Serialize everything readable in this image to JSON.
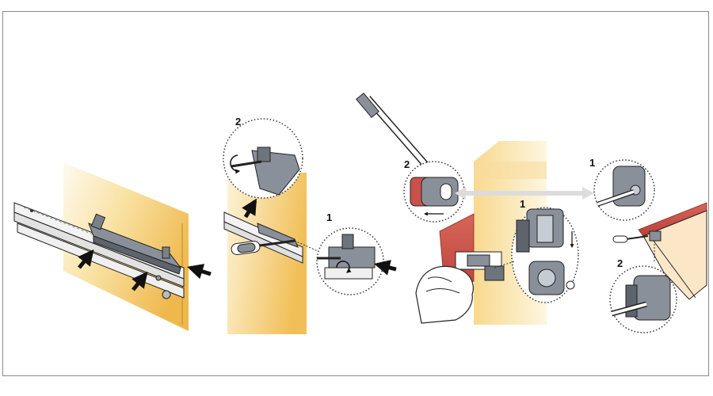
{
  "steps": {
    "panel2_top": "2",
    "panel2_bottom": "1",
    "panel3_left": "2",
    "panel3_right": "1",
    "panel4_top": "1",
    "panel4_bottom": "2"
  },
  "colors": {
    "wood_light": "#fdf6dc",
    "wood_dark": "#f3c463",
    "drawer_red": "#c8514a",
    "part_grey": "#8a9099",
    "part_dark": "#5e646c",
    "outline": "#222222",
    "arrow": "#111111",
    "motion_arrow": "#dcdcdc"
  },
  "icons": [
    "arrow-icon",
    "screwdriver-icon",
    "hand-icon",
    "clip-icon",
    "bracket-icon"
  ]
}
